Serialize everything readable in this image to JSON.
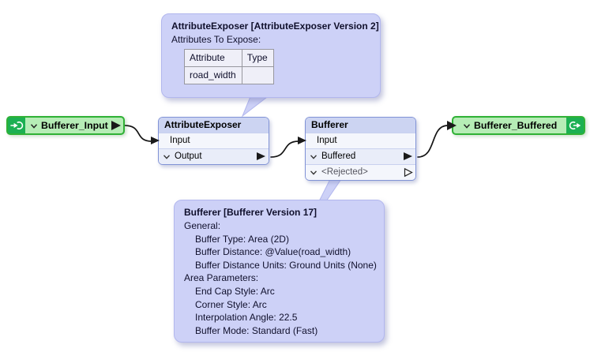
{
  "colors": {
    "canvas_bg": "#ffffff",
    "annotation_bg": "#cdd1f7",
    "annotation_border": "#b2b7ee",
    "annotation_text": "#10102c",
    "node_border": "#8193d6",
    "node_header_bg": "#ccd4f2",
    "node_row_light": "#f4f6fc",
    "node_row_dark": "#e9edf9",
    "node_divider": "#c9d1ee",
    "green_border": "#2fb135",
    "green_fill": "#b6edb6",
    "green_icon_bg": "#1cb052",
    "wire": "#141414",
    "port_triangle": "#1a1a1a",
    "rejected_text": "#55555f"
  },
  "tooltips": {
    "attribute_exposer": {
      "title": "AttributeExposer [AttributeExposer Version 2]",
      "subtitle": "Attributes To Expose:",
      "table": {
        "headers": [
          "Attribute",
          "Type"
        ],
        "rows": [
          [
            "road_width",
            ""
          ]
        ]
      }
    },
    "bufferer": {
      "title": "Bufferer [Bufferer Version 17]",
      "lines": [
        "General:",
        "Buffer Type: Area (2D)",
        "Buffer Distance: @Value(road_width)",
        "Buffer Distance Units: Ground Units (None)",
        "Area Parameters:",
        "End Cap Style: Arc",
        "Corner Style: Arc",
        "Interpolation Angle: 22.5",
        "Buffer Mode: Standard (Fast)"
      ]
    }
  },
  "nodes": {
    "bufferer_input": {
      "label": "Bufferer_Input",
      "icon": "source-connection-icon"
    },
    "attribute_exposer": {
      "title": "AttributeExposer",
      "ports": {
        "input": "Input",
        "output": "Output"
      }
    },
    "bufferer": {
      "title": "Bufferer",
      "ports": {
        "input": "Input",
        "buffered": "Buffered",
        "rejected": "<Rejected>"
      }
    },
    "bufferer_buffered": {
      "label": "Bufferer_Buffered",
      "icon": "destination-connection-icon"
    }
  }
}
